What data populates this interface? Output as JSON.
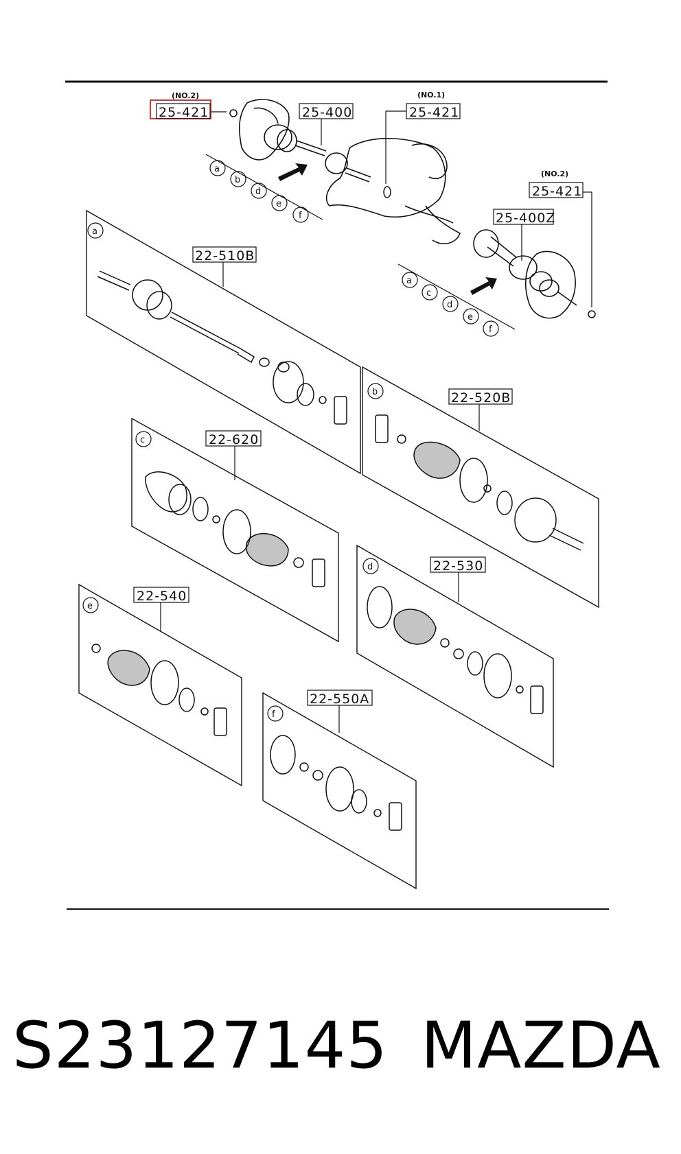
{
  "callouts": {
    "top_left_note": "(NO.2)",
    "top_left_code": "25-421",
    "shaft_front": "25-400",
    "top_mid_note": "(NO.1)",
    "top_mid_code": "25-421",
    "right_note": "(NO.2)",
    "right_code": "25-421",
    "shaft_rear": "25-400Z"
  },
  "panels": {
    "a": {
      "letter": "a",
      "code": "22-510B"
    },
    "b": {
      "letter": "b",
      "code": "22-520B"
    },
    "c": {
      "letter": "c",
      "code": "22-620"
    },
    "d": {
      "letter": "d",
      "code": "22-530"
    },
    "e": {
      "letter": "e",
      "code": "22-540"
    },
    "f": {
      "letter": "f",
      "code": "22-550A"
    }
  },
  "key_letters_left": [
    "a",
    "b",
    "d",
    "e",
    "f"
  ],
  "key_letters_right": [
    "a",
    "c",
    "d",
    "e",
    "f"
  ],
  "footer": {
    "part_number": "S23127145",
    "brand": "MAZDA"
  },
  "colors": {
    "ink": "#111111",
    "highlight": "#e0332e"
  }
}
